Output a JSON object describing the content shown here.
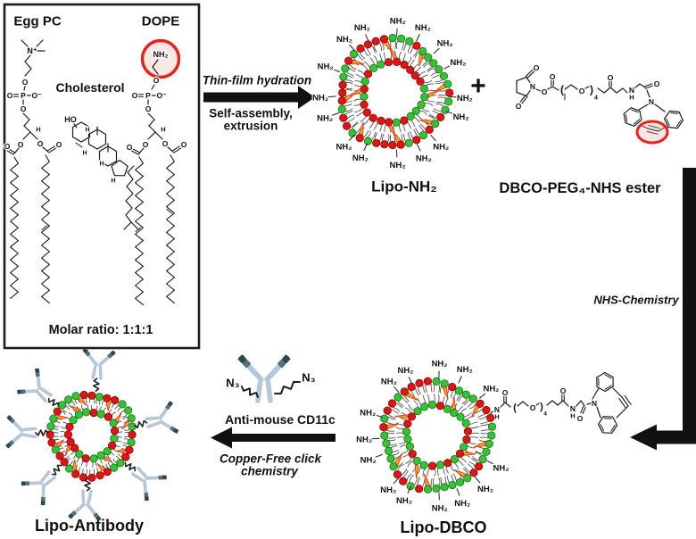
{
  "colors": {
    "ink": "#1d1d1d",
    "bead_red": "#e11414",
    "bead_green": "#35c335",
    "bead_red_stroke": "#7e0b0b",
    "bead_green_stroke": "#1b6e1b",
    "tail": "#4d4d4d",
    "chol_fill": "#ffa226",
    "chol_edge": "#e23d0e",
    "highlight_red": "#e8221a",
    "highlight_fill": "#f8e8e6",
    "antibody_body": "#b5c8da",
    "antibody_tip_mid": "#53727c",
    "antibody_tip_dark": "#2c4752"
  },
  "lipid_box": {
    "egg_pc": "Egg PC",
    "dope": "DOPE",
    "cholesterol": "Cholesterol",
    "molar_ratio": "Molar ratio: 1:1:1"
  },
  "step1": {
    "line_top": "Thin-film hydration",
    "line_bottom1": "Self-assembly,",
    "line_bottom2": "extrusion"
  },
  "plus": "+",
  "lipo_nh2": {
    "label": "Lipo-NH₂",
    "surface_group": "NH₂"
  },
  "dbco_nhs": {
    "label": "DBCO-PEG₄-NHS ester"
  },
  "step2": {
    "label": "NHS-Chemistry"
  },
  "lipo_dbco": {
    "label": "Lipo-DBCO",
    "surface_group": "NH₂"
  },
  "step3": {
    "antibody": "Anti-mouse CD11c",
    "azide": "N₃",
    "line1": "Copper-Free click",
    "line2": "chemistry"
  },
  "lipo_antibody": {
    "label": "Lipo-Antibody"
  },
  "chem": {
    "O": "O",
    "N": "N",
    "H": "H",
    "P": "P",
    "HO": "HO",
    "NH2": "NH₂",
    "O_minus": "O⁻",
    "N_plus": "N⁺",
    "sub4": "4",
    "bracket_open": "(",
    "bracket_close": ")"
  }
}
